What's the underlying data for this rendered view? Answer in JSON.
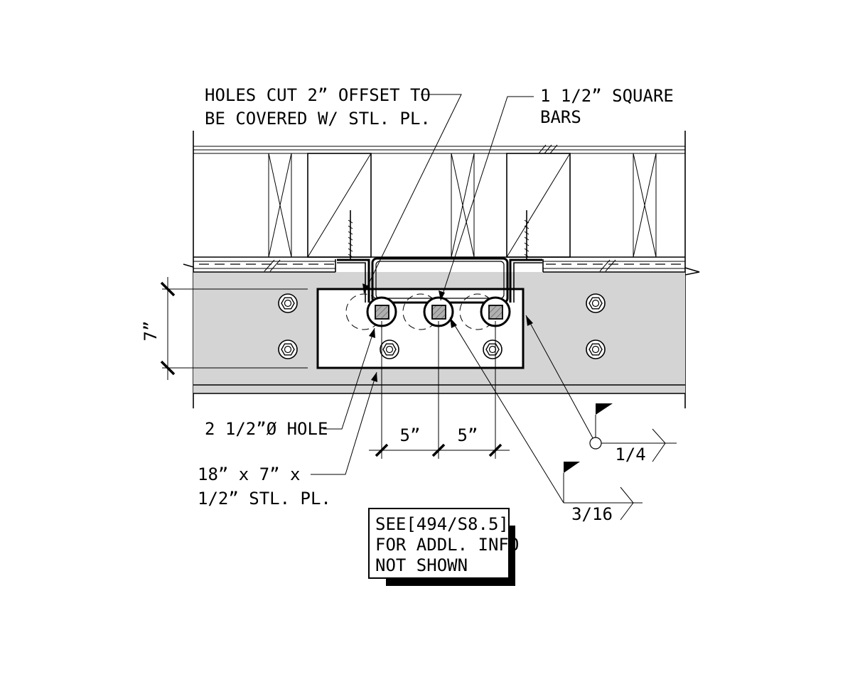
{
  "notes": {
    "holes_cut_line1": "HOLES CUT 2” OFFSET TO",
    "holes_cut_line2": "BE COVERED W/ STL. PL.",
    "square_bars_line1": "1 1/2” SQUARE",
    "square_bars_line2": "BARS",
    "hole_dia": "2 1/2”Ø HOLE",
    "plate_line1": "18” x 7” x",
    "plate_line2": "1/2” STL. PL."
  },
  "dimensions": {
    "plate_height": "7”",
    "spacing_left": "5”",
    "spacing_right": "5”"
  },
  "welds": {
    "upper_size": "1/4",
    "lower_size": "3/16"
  },
  "reference_box": {
    "line1": "SEE[494/S8.5]",
    "line2": "FOR ADDL. INFO",
    "line3": "NOT SHOWN"
  },
  "colors": {
    "linework": "#000000",
    "beam_fill": "#d4d4d4",
    "bar_hatch": "#b0b0b0"
  }
}
